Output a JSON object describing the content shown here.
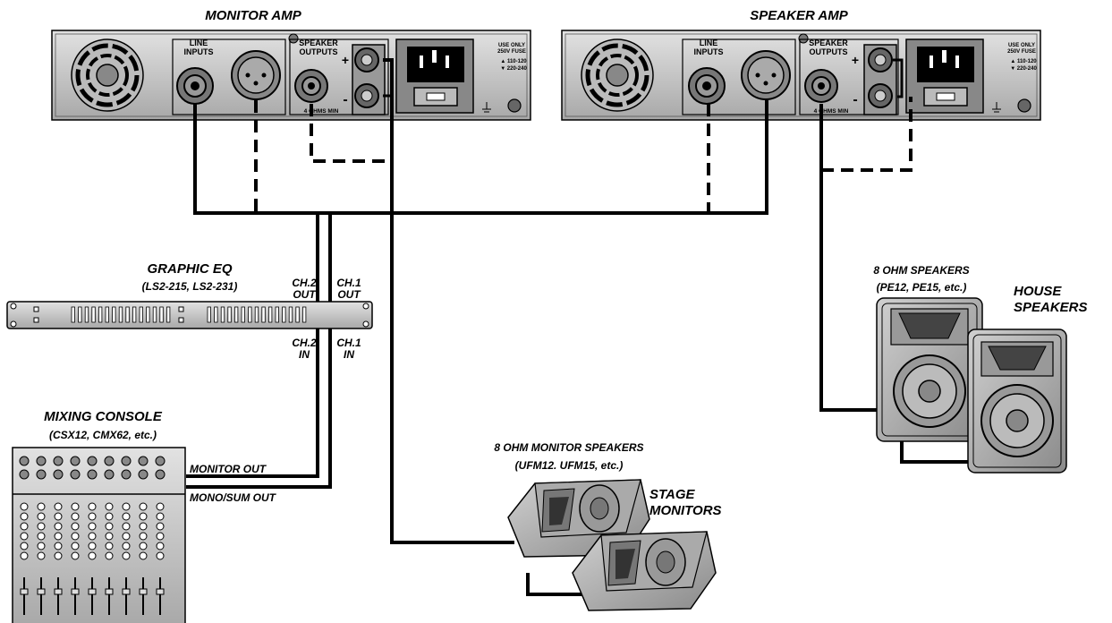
{
  "monitor_amp": {
    "title": "MONITOR AMP",
    "line_inputs": "LINE\nINPUTS",
    "line_inputs_l1": "LINE",
    "line_inputs_l2": "INPUTS",
    "speaker_outputs_l1": "SPEAKER",
    "speaker_outputs_l2": "OUTPUTS",
    "ohms_min": "4 OHMS MIN",
    "plus": "+",
    "minus": "-",
    "fuse_l1": "USE ONLY",
    "fuse_l2": "250V FUSE",
    "volt_l1": "▲ 110-120",
    "volt_l2": "▼ 220-240"
  },
  "speaker_amp": {
    "title": "SPEAKER AMP",
    "line_inputs_l1": "LINE",
    "line_inputs_l2": "INPUTS",
    "speaker_outputs_l1": "SPEAKER",
    "speaker_outputs_l2": "OUTPUTS",
    "ohms_min": "4 OHMS MIN",
    "plus": "+",
    "minus": "-",
    "fuse_l1": "USE ONLY",
    "fuse_l2": "250V FUSE",
    "volt_l1": "▲ 110-120",
    "volt_l2": "▼ 220-240"
  },
  "graphic_eq": {
    "title": "GRAPHIC EQ",
    "models": "(LS2-215, LS2-231)",
    "ch2_out_l1": "CH.2",
    "ch2_out_l2": "OUT",
    "ch1_out_l1": "CH.1",
    "ch1_out_l2": "OUT",
    "ch2_in_l1": "CH.2",
    "ch2_in_l2": "IN",
    "ch1_in_l1": "CH.1",
    "ch1_in_l2": "IN"
  },
  "mixing_console": {
    "title": "MIXING CONSOLE",
    "models": "(CSX12, CMX62, etc.)",
    "monitor_out": "MONITOR OUT",
    "mono_sum_out": "MONO/SUM OUT"
  },
  "house_speakers": {
    "spec_l1": "8 OHM SPEAKERS",
    "spec_l2": "(PE12, PE15, etc.)",
    "title_l1": "HOUSE",
    "title_l2": "SPEAKERS"
  },
  "stage_monitors": {
    "spec_l1": "8 OHM MONITOR SPEAKERS",
    "spec_l2": "(UFM12. UFM15, etc.)",
    "title_l1": "STAGE",
    "title_l2": "MONITORS"
  },
  "colors": {
    "cable": "#000000",
    "panel": "#c8c8c8",
    "panel_dark": "#9a9a9a",
    "cabinet": "#b4b4b4"
  }
}
